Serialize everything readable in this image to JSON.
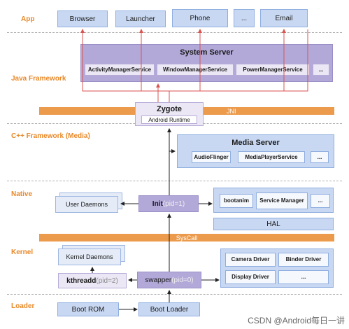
{
  "layers": {
    "app": "App",
    "java_framework": "Java Framework",
    "cpp_framework": "C++ Framework (Media)",
    "native": "Native",
    "kernel": "Kernel",
    "loader": "Loader"
  },
  "apps": [
    "Browser",
    "Launcher",
    "Phone",
    "...",
    "Email"
  ],
  "system_server": {
    "title": "System Server",
    "services": [
      "ActivityManagerService",
      "WindowManagerService",
      "PowerManagerService",
      "..."
    ]
  },
  "jni_label": "JNI",
  "zygote": {
    "title": "Zygote",
    "runtime": "Android Runtime"
  },
  "media_server": {
    "title": "Media Server",
    "services": [
      "AudioFlinger",
      "MediaPlayerService",
      "..."
    ]
  },
  "native": {
    "user_daemons": "User Daemons",
    "init_name": "Init",
    "init_pid": "(pid=1)",
    "bootanim": "bootanim",
    "service_manager": "Service Manager",
    "more": "..."
  },
  "hal": "HAL",
  "syscall": "SysCall",
  "kernel": {
    "kernel_daemons": "Kernel Daemons",
    "kthreadd_name": "kthreadd",
    "kthreadd_pid": "(pid=2)",
    "swapper_name": "swapper",
    "swapper_pid": "(pid=0)",
    "drivers": [
      "Camera Driver",
      "Binder Driver",
      "Display Driver",
      "..."
    ]
  },
  "loader": {
    "boot_rom": "Boot  ROM",
    "boot_loader": "Boot Loader"
  },
  "watermark": "CSDN @Android每日一讲",
  "colors": {
    "orange": "#e8892a",
    "arrow_red": "#d9534f",
    "box_blue": "#c9d8f2",
    "purple": "#b3a9d9"
  }
}
